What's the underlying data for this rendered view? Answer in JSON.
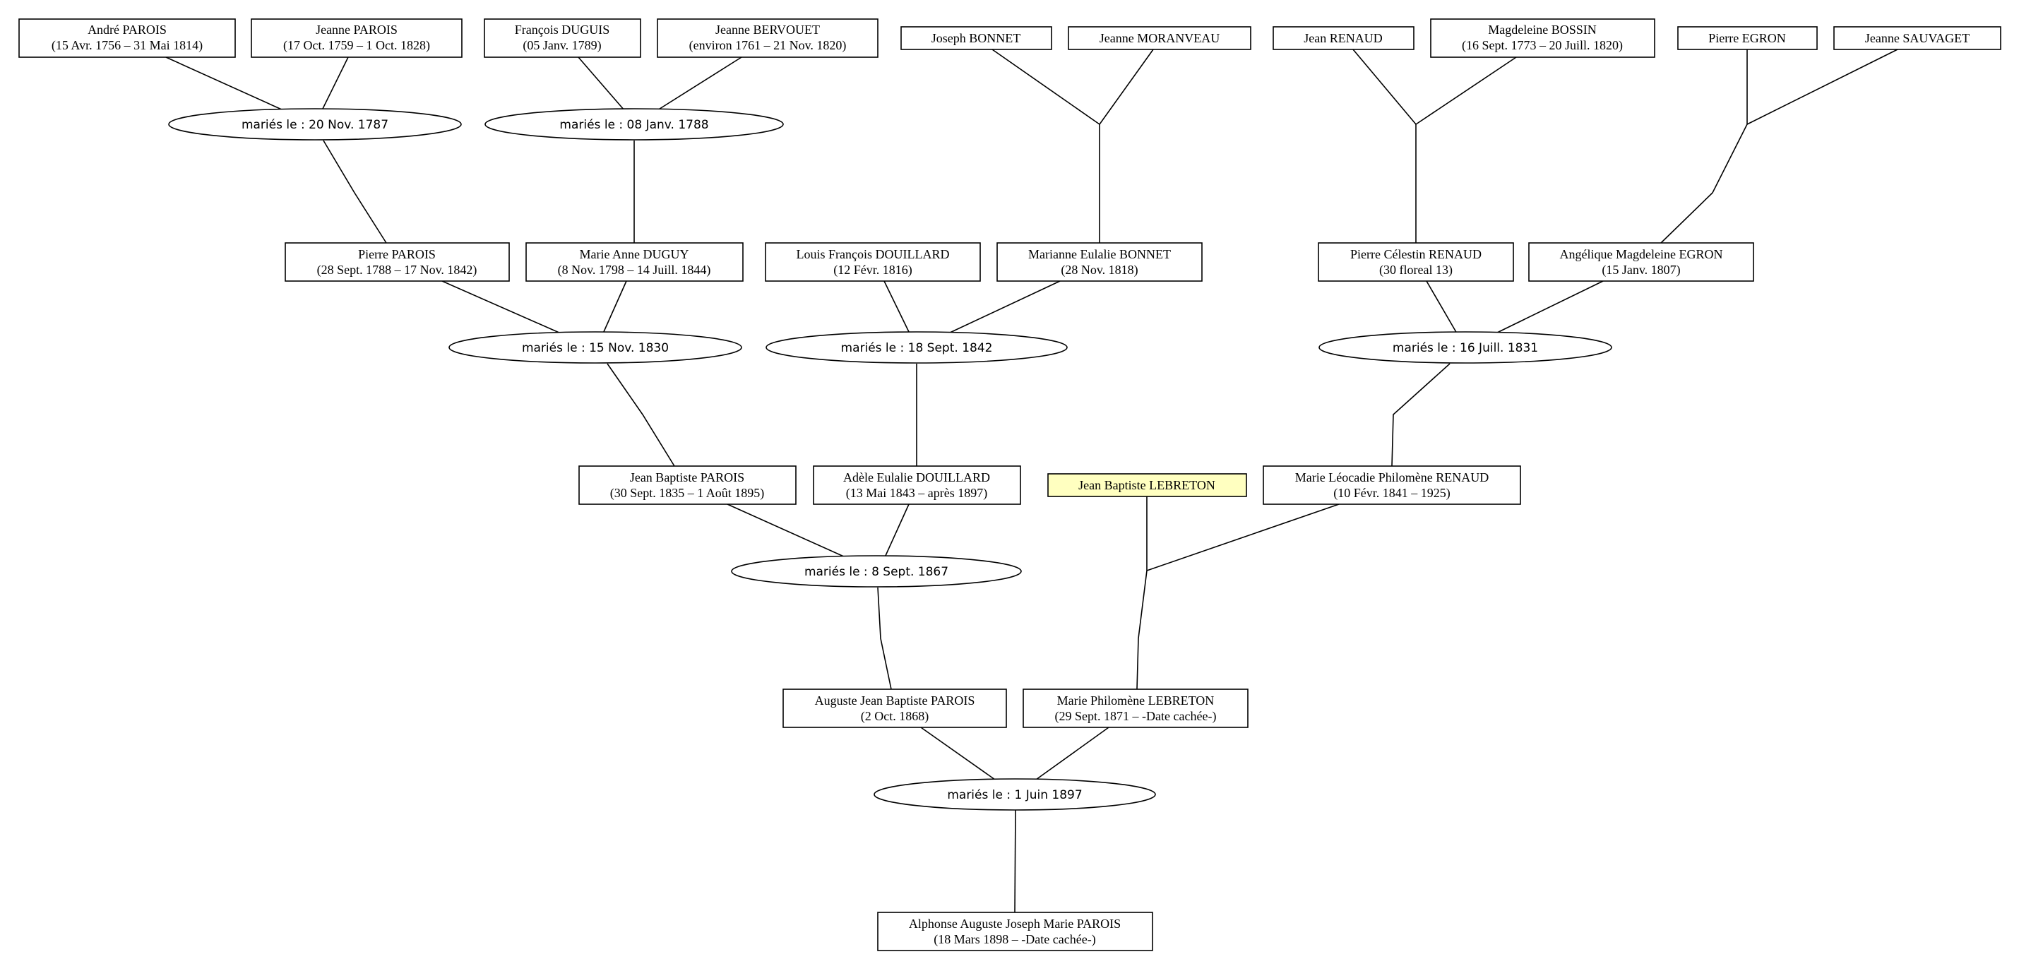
{
  "persons": {
    "andre_parois": {
      "line1": "André PAROIS",
      "line2": "(15 Avr. 1756 – 31 Mai 1814)"
    },
    "jeanne_parois": {
      "line1": "Jeanne PAROIS",
      "line2": "(17 Oct. 1759 – 1 Oct. 1828)"
    },
    "francois_duguis": {
      "line1": "François DUGUIS",
      "line2": "(05 Janv. 1789)"
    },
    "jeanne_bervouet": {
      "line1": "Jeanne BERVOUET",
      "line2": "(environ 1761 – 21 Nov. 1820)"
    },
    "joseph_bonnet": {
      "line1": "Joseph BONNET",
      "line2": ""
    },
    "jeanne_moranveau": {
      "line1": "Jeanne MORANVEAU",
      "line2": ""
    },
    "jean_renaud": {
      "line1": "Jean RENAUD",
      "line2": ""
    },
    "magdeleine_bossin": {
      "line1": "Magdeleine BOSSIN",
      "line2": "(16 Sept. 1773 – 20 Juill. 1820)"
    },
    "pierre_egron": {
      "line1": "Pierre EGRON",
      "line2": ""
    },
    "jeanne_sauvaget": {
      "line1": "Jeanne SAUVAGET",
      "line2": ""
    },
    "pierre_parois": {
      "line1": "Pierre PAROIS",
      "line2": "(28 Sept. 1788 – 17 Nov. 1842)"
    },
    "marie_anne_duguy": {
      "line1": "Marie Anne DUGUY",
      "line2": "(8 Nov. 1798 – 14 Juill. 1844)"
    },
    "louis_francois_douillard": {
      "line1": "Louis François DOUILLARD",
      "line2": "(12 Févr. 1816)"
    },
    "marianne_eulalie_bonnet": {
      "line1": "Marianne Eulalie BONNET",
      "line2": "(28 Nov. 1818)"
    },
    "pierre_celestin_renaud": {
      "line1": "Pierre Célestin RENAUD",
      "line2": "(30 floreal 13)"
    },
    "angelique_magdeleine_egron": {
      "line1": "Angélique Magdeleine EGRON",
      "line2": "(15 Janv. 1807)"
    },
    "jean_baptiste_parois": {
      "line1": "Jean Baptiste PAROIS",
      "line2": "(30 Sept. 1835 – 1 Août 1895)"
    },
    "adele_eulalie_douillard": {
      "line1": "Adèle Eulalie DOUILLARD",
      "line2": "(13 Mai 1843 – après 1897)"
    },
    "jean_baptiste_lebreton": {
      "line1": "Jean Baptiste LEBRETON",
      "line2": ""
    },
    "marie_leocadie_renaud": {
      "line1": "Marie Léocadie Philomène RENAUD",
      "line2": "(10 Févr. 1841 – 1925)"
    },
    "auguste_jean_baptiste_parois": {
      "line1": "Auguste Jean Baptiste PAROIS",
      "line2": "(2 Oct. 1868)"
    },
    "marie_philomene_lebreton": {
      "line1": "Marie Philomène LEBRETON",
      "line2": "(29 Sept. 1871 – -Date cachée-)"
    },
    "alphonse_parois": {
      "line1": "Alphonse Auguste Joseph Marie PAROIS",
      "line2": "(18 Mars 1898 – -Date cachée-)"
    }
  },
  "marriages": {
    "m1787": {
      "label": "mariés le : 20 Nov. 1787"
    },
    "m1788": {
      "label": "mariés le : 08 Janv. 1788"
    },
    "m1830": {
      "label": "mariés le : 15 Nov. 1830"
    },
    "m1842": {
      "label": "mariés le : 18 Sept. 1842"
    },
    "m1831": {
      "label": "mariés le : 16 Juill. 1831"
    },
    "m1867": {
      "label": "mariés le : 8 Sept. 1867"
    },
    "m1897": {
      "label": "mariés le : 1 Juin 1897"
    }
  },
  "colors": {
    "highlight": "#ffffc0",
    "stroke": "#000000",
    "background": "#ffffff"
  }
}
